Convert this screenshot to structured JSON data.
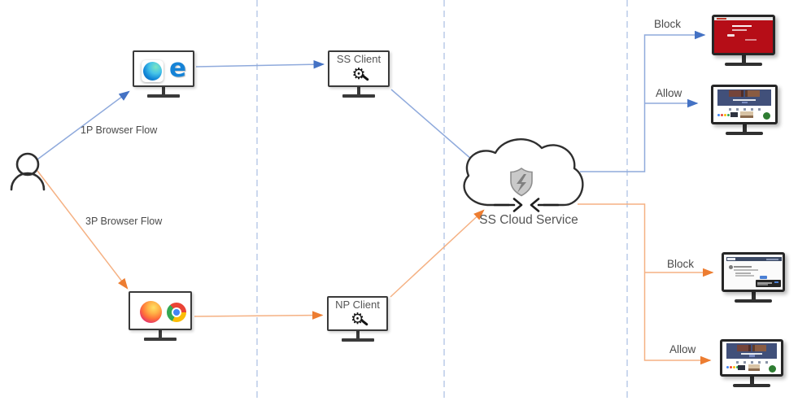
{
  "labels": {
    "flow_1p": "1P Browser Flow",
    "flow_3p": "3P Browser Flow",
    "ss_client": "SS Client",
    "np_client": "NP Client",
    "cloud_service": "SS Cloud Service",
    "outcome_1p_block": "Block",
    "outcome_1p_allow": "Allow",
    "outcome_3p_block": "Block",
    "outcome_3p_allow": "Allow"
  },
  "icons": {
    "gear_glyph": "⚙",
    "edge_legacy_glyph": "e",
    "user": "person-outline-icon",
    "edge_new": "microsoft-edge-icon",
    "edge_legacy": "edge-legacy-icon",
    "firefox": "firefox-icon",
    "chrome": "chrome-icon",
    "cloud_shield": "shield-lightning-icon",
    "cloud_sync": "opposing-arrows-icon"
  },
  "colors": {
    "flow_1p_line": "#8faadc",
    "flow_1p_arrow": "#4472c4",
    "flow_3p_line": "#f5b183",
    "flow_3p_arrow": "#ed7d31",
    "lane_divider": "#a9bfe2",
    "label_text": "#4a4a4a",
    "block_page_red": "#b60d17",
    "site_header_navy": "#41507a"
  }
}
